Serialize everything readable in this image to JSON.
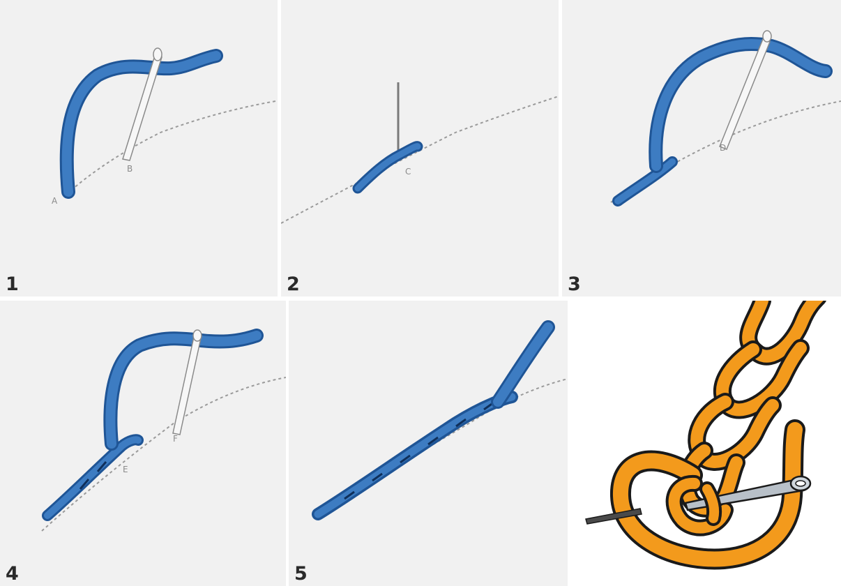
{
  "panels": [
    {
      "number": "1",
      "points": [
        "A",
        "B"
      ]
    },
    {
      "number": "2",
      "points": [
        "C"
      ]
    },
    {
      "number": "3",
      "points": [
        "D"
      ]
    },
    {
      "number": "4",
      "points": [
        "E",
        "F"
      ]
    },
    {
      "number": "5",
      "points": []
    },
    {
      "number": "",
      "points": []
    }
  ],
  "colors": {
    "thread_blue": "#3d7cc2",
    "thread_blue_dark": "#1f5596",
    "thread_orange": "#f39a1c",
    "outline": "#1a1a1a",
    "needle": "#9aa4ad",
    "panel_bg": "#f1f1f1",
    "guide_line": "#9a9a9a"
  },
  "icons": [
    "needle-icon"
  ]
}
